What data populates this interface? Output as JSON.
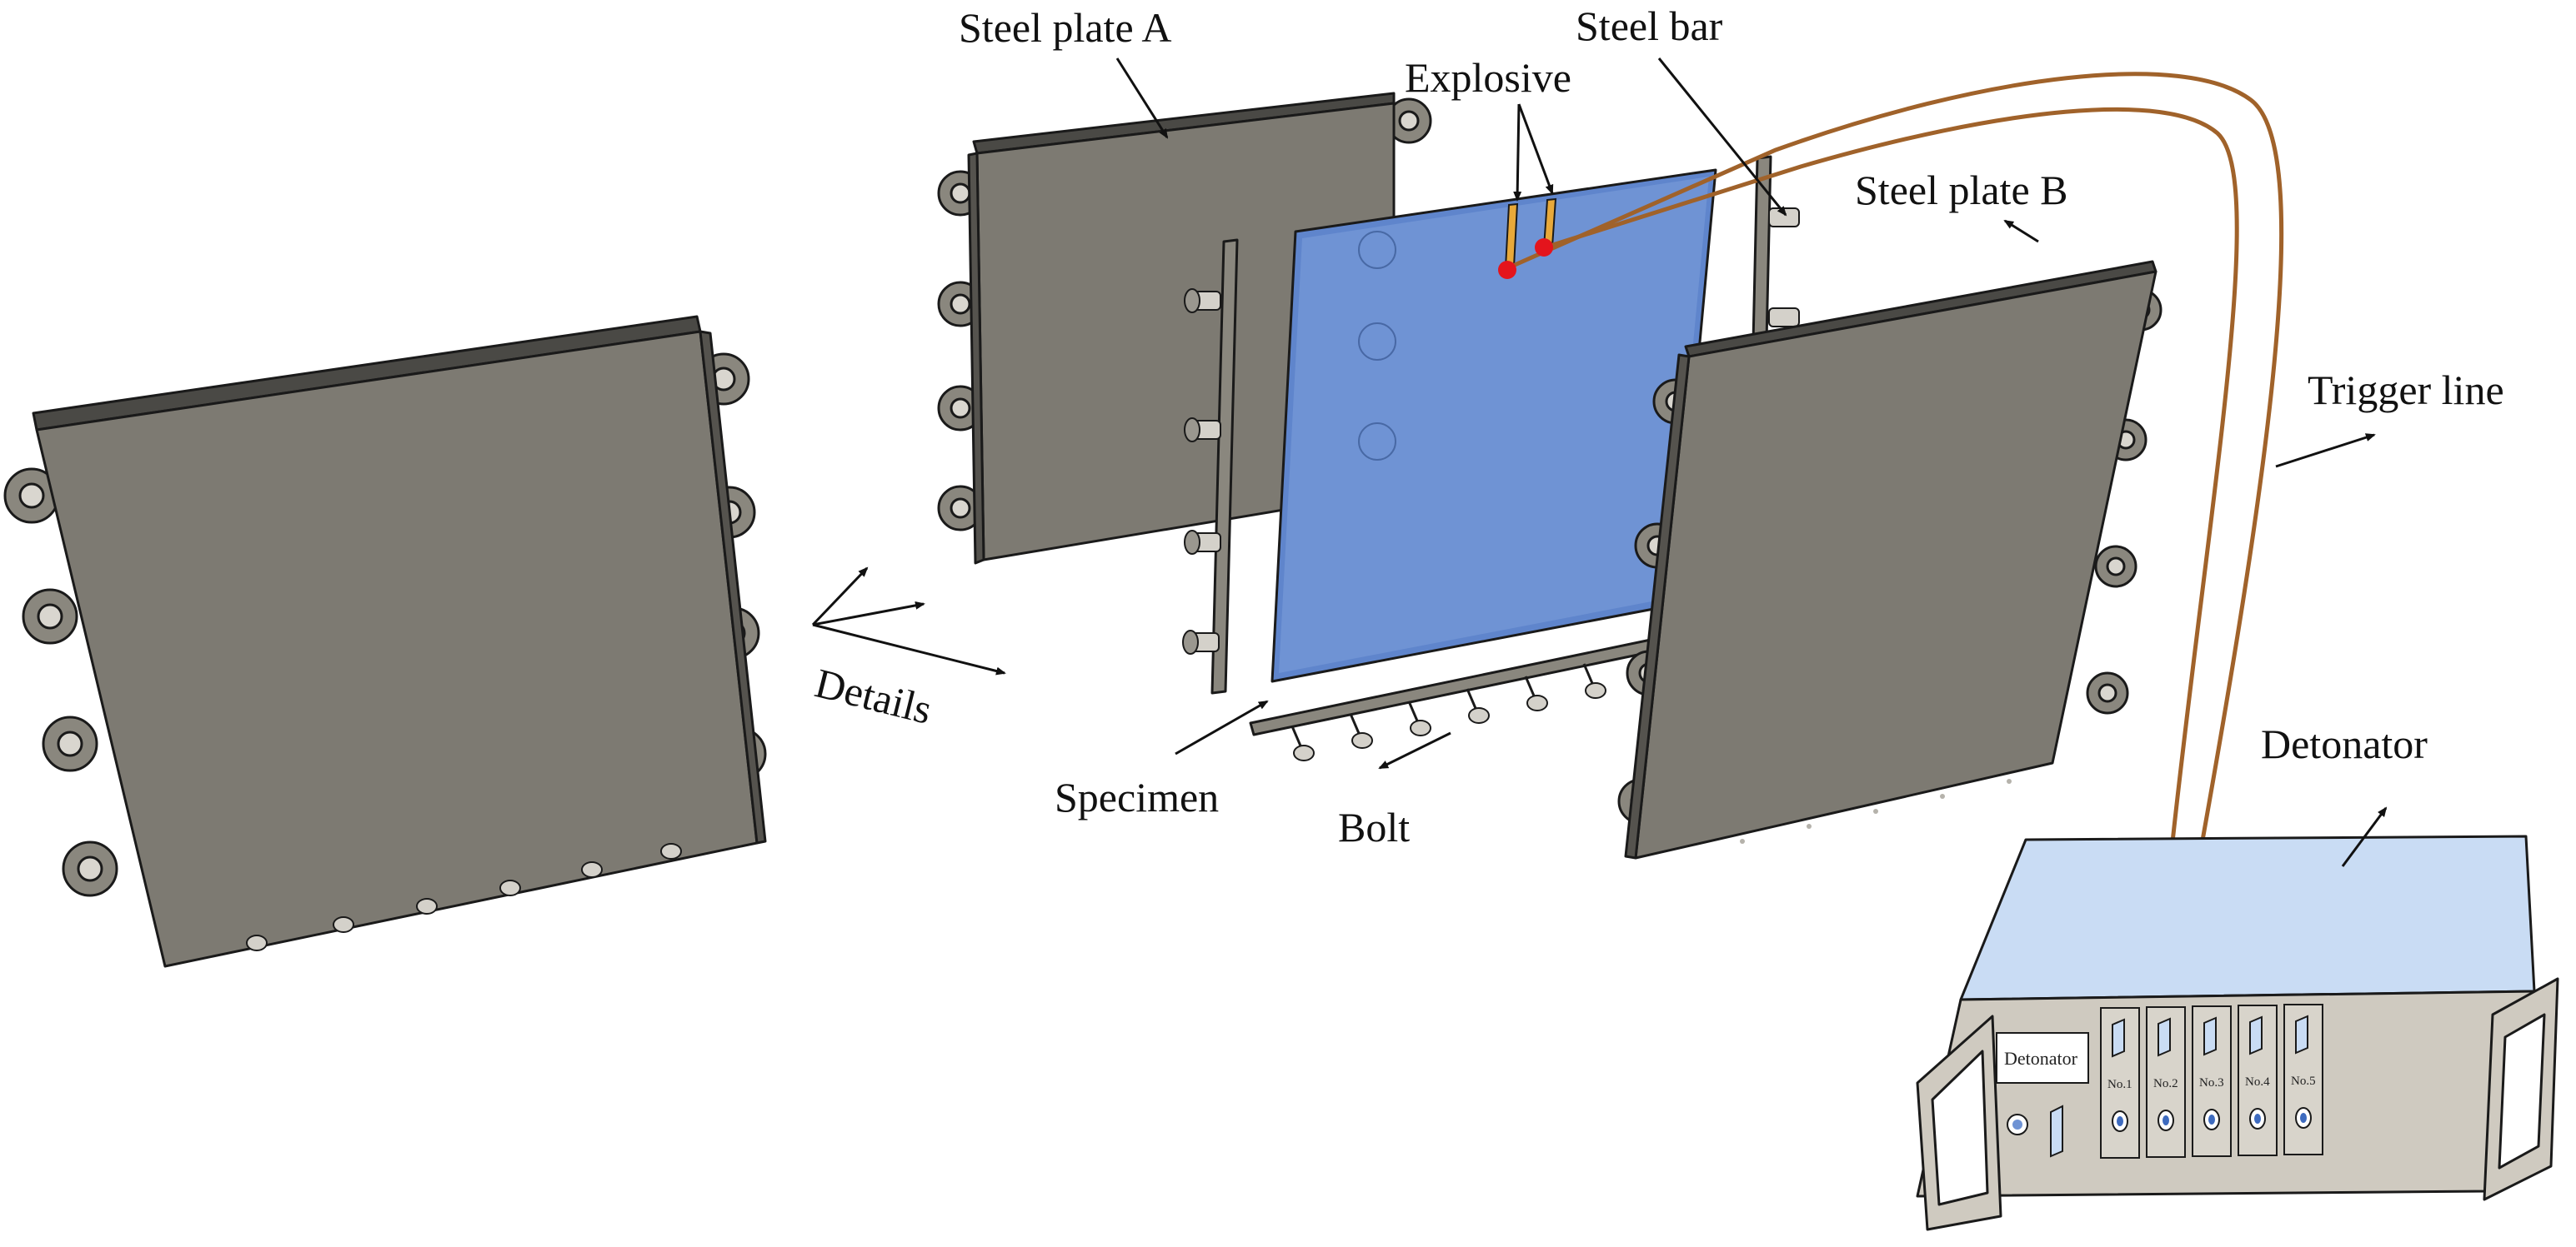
{
  "labels": {
    "steel_plate_a": "Steel plate A",
    "explosive": "Explosive",
    "steel_bar": "Steel bar",
    "steel_plate_b": "Steel plate B",
    "trigger_line": "Trigger line",
    "details": "Details",
    "specimen": "Specimen",
    "bolt": "Bolt",
    "detonator": "Detonator"
  },
  "detonator_panel": {
    "display": "Detonator",
    "channels": [
      "No.1",
      "No.2",
      "No.3",
      "No.4",
      "No.5"
    ]
  },
  "colors": {
    "steel": "#7d7a72",
    "steel_edge": "#3c3b38",
    "specimen": "#6f93d4",
    "trigger_line": "#a0622a",
    "explosive": "#e8a93a",
    "detonation_point": "#e4141c",
    "detonator_top": "#c9dcf4"
  }
}
